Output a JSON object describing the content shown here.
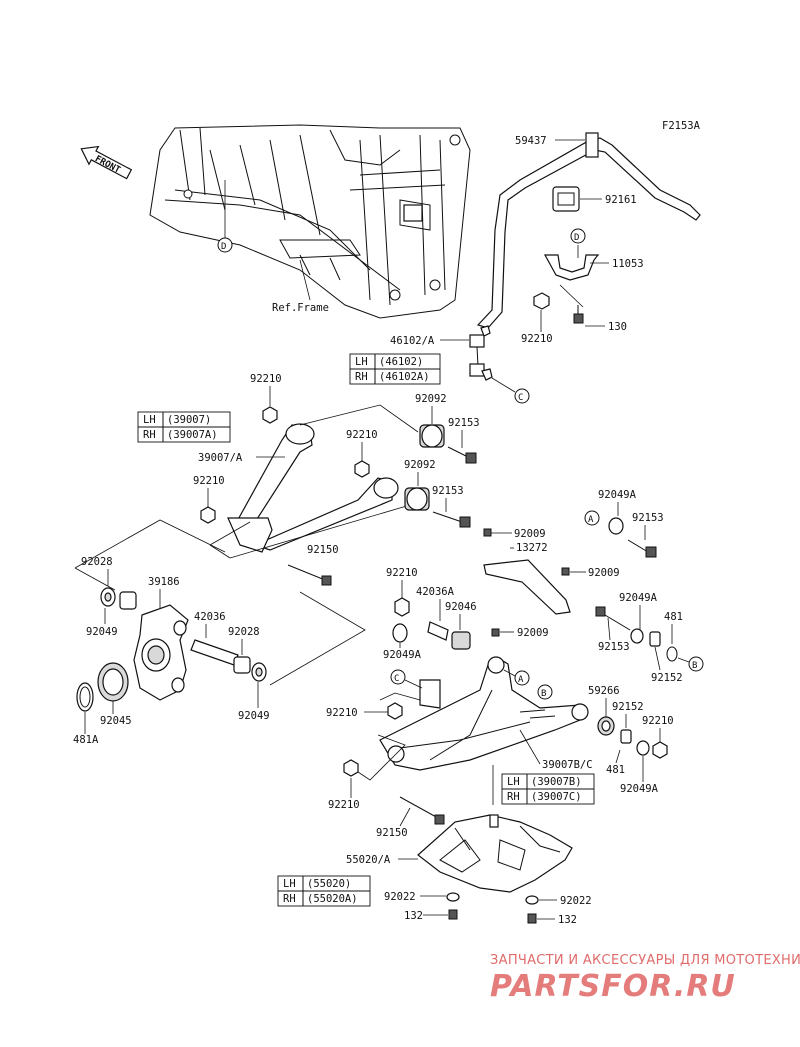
{
  "diagram_id": "F2153A",
  "front_label": "FRONT",
  "ref_frame": "Ref.Frame",
  "callouts": {
    "A": "A",
    "B": "B",
    "C": "C",
    "D": "D"
  },
  "parts": {
    "p59437": "59437",
    "p92161": "92161",
    "p11053": "11053",
    "p130": "130",
    "p92210_a": "92210",
    "p46102A": "46102/A",
    "p92210_b": "92210",
    "p92092_a": "92092",
    "p92153_a": "92153",
    "p92210_c": "92210",
    "p39007A": "39007/A",
    "p92092_b": "92092",
    "p92153_b": "92153",
    "p92210_d": "92210",
    "p92150_a": "92150",
    "p92049A_a": "92049A",
    "p92153_c": "92153",
    "p92009_a": "92009",
    "p13272": "13272",
    "p92009_b": "92009",
    "p92028_a": "92028",
    "p39186": "39186",
    "p92049_a": "92049",
    "p42036": "42036",
    "p92028_b": "92028",
    "p92045": "92045",
    "p481A": "481A",
    "p92049_b": "92049",
    "p92210_e": "92210",
    "p42036A": "42036A",
    "p92046": "92046",
    "p92009_c": "92009",
    "p92049A_b": "92049A",
    "p92049A_c": "92049A",
    "p481_a": "481",
    "p92153_d": "92153",
    "p92152_a": "92152",
    "p59266": "59266",
    "p92152_b": "92152",
    "p92210_f": "92210",
    "p92210_g": "92210",
    "p481_b": "481",
    "p92049A_d": "92049A",
    "p39007BC": "39007B/C",
    "p92210_h": "92210",
    "p92150_b": "92150",
    "p55020A": "55020/A",
    "p92022_a": "92022",
    "p92022_b": "92022",
    "p132_a": "132",
    "p132_b": "132"
  },
  "tables": {
    "t46102": {
      "lh": "LH",
      "lh_val": "(46102)",
      "rh": "RH",
      "rh_val": "(46102A)"
    },
    "t39007": {
      "lh": "LH",
      "lh_val": "(39007)",
      "rh": "RH",
      "rh_val": "(39007A)"
    },
    "t39007b": {
      "lh": "LH",
      "lh_val": "(39007B)",
      "rh": "RH",
      "rh_val": "(39007C)"
    },
    "t55020": {
      "lh": "LH",
      "lh_val": "(55020)",
      "rh": "RH",
      "rh_val": "(55020A)"
    }
  },
  "watermark": {
    "line1": "ЗАПЧАСТИ И АКСЕССУАРЫ ДЛЯ МОТОТЕХНИКИ",
    "line2": "PARTSFOR.RU"
  },
  "colors": {
    "ink": "#111111",
    "watermark": "#e57c7c"
  }
}
